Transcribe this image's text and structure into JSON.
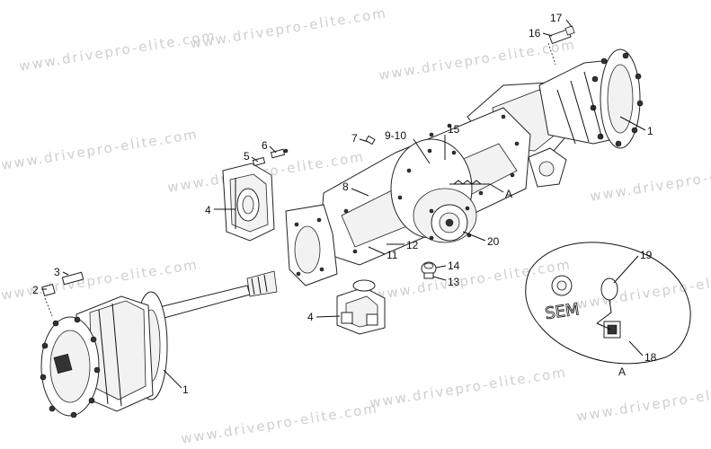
{
  "watermark": "www.drivepro-elite.com",
  "callouts": {
    "c1_right": "1",
    "c1_left": "1",
    "c2": "2",
    "c3": "3",
    "c4_top": "4",
    "c4_bottom": "4",
    "c5": "5",
    "c6": "6",
    "c7": "7",
    "c8": "8",
    "c9_10": "9-10",
    "c11": "11",
    "c12": "12",
    "c13": "13",
    "c14": "14",
    "c15": "15",
    "c16": "16",
    "c17": "17",
    "c18": "18",
    "c19": "19",
    "c20": "20",
    "detail_ref": "A",
    "detail_caption": "A"
  },
  "sensor_text": "SEM"
}
